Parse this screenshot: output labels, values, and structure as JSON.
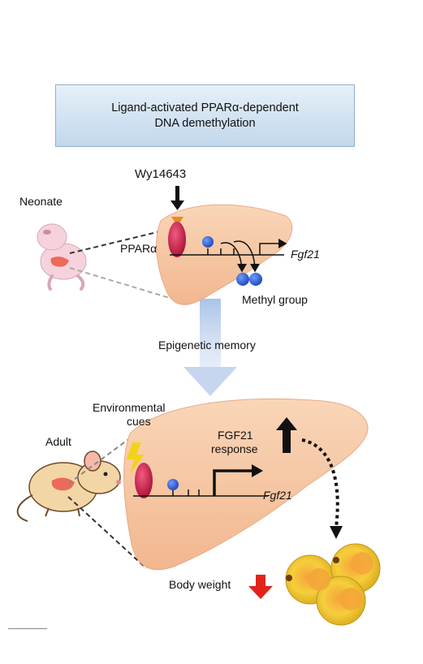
{
  "title": {
    "line1": "Ligand-activated PPARα-dependent",
    "line2": "DNA demethylation"
  },
  "labels": {
    "ligand": "Wy14643",
    "neonate": "Neonate",
    "ppar": "PPARα",
    "gene_top": "Fgf21",
    "methyl_group": "Methyl group",
    "epigenetic_memory": "Epigenetic memory",
    "env_cues_line1": "Environmental",
    "env_cues_line2": "cues",
    "adult": "Adult",
    "response_line1": "FGF21",
    "response_line2": "response",
    "gene_bottom": "Fgf21",
    "body_weight": "Body weight"
  },
  "colors": {
    "liver": "#f7c9a4",
    "ppar_receptor": "#c0143c",
    "methyl": "#2b63d9",
    "ligand": "#e88a2a",
    "stimulus": "#f3d21a",
    "decrease_arrow": "#e2231a",
    "adipocyte": "#f2c22a"
  }
}
